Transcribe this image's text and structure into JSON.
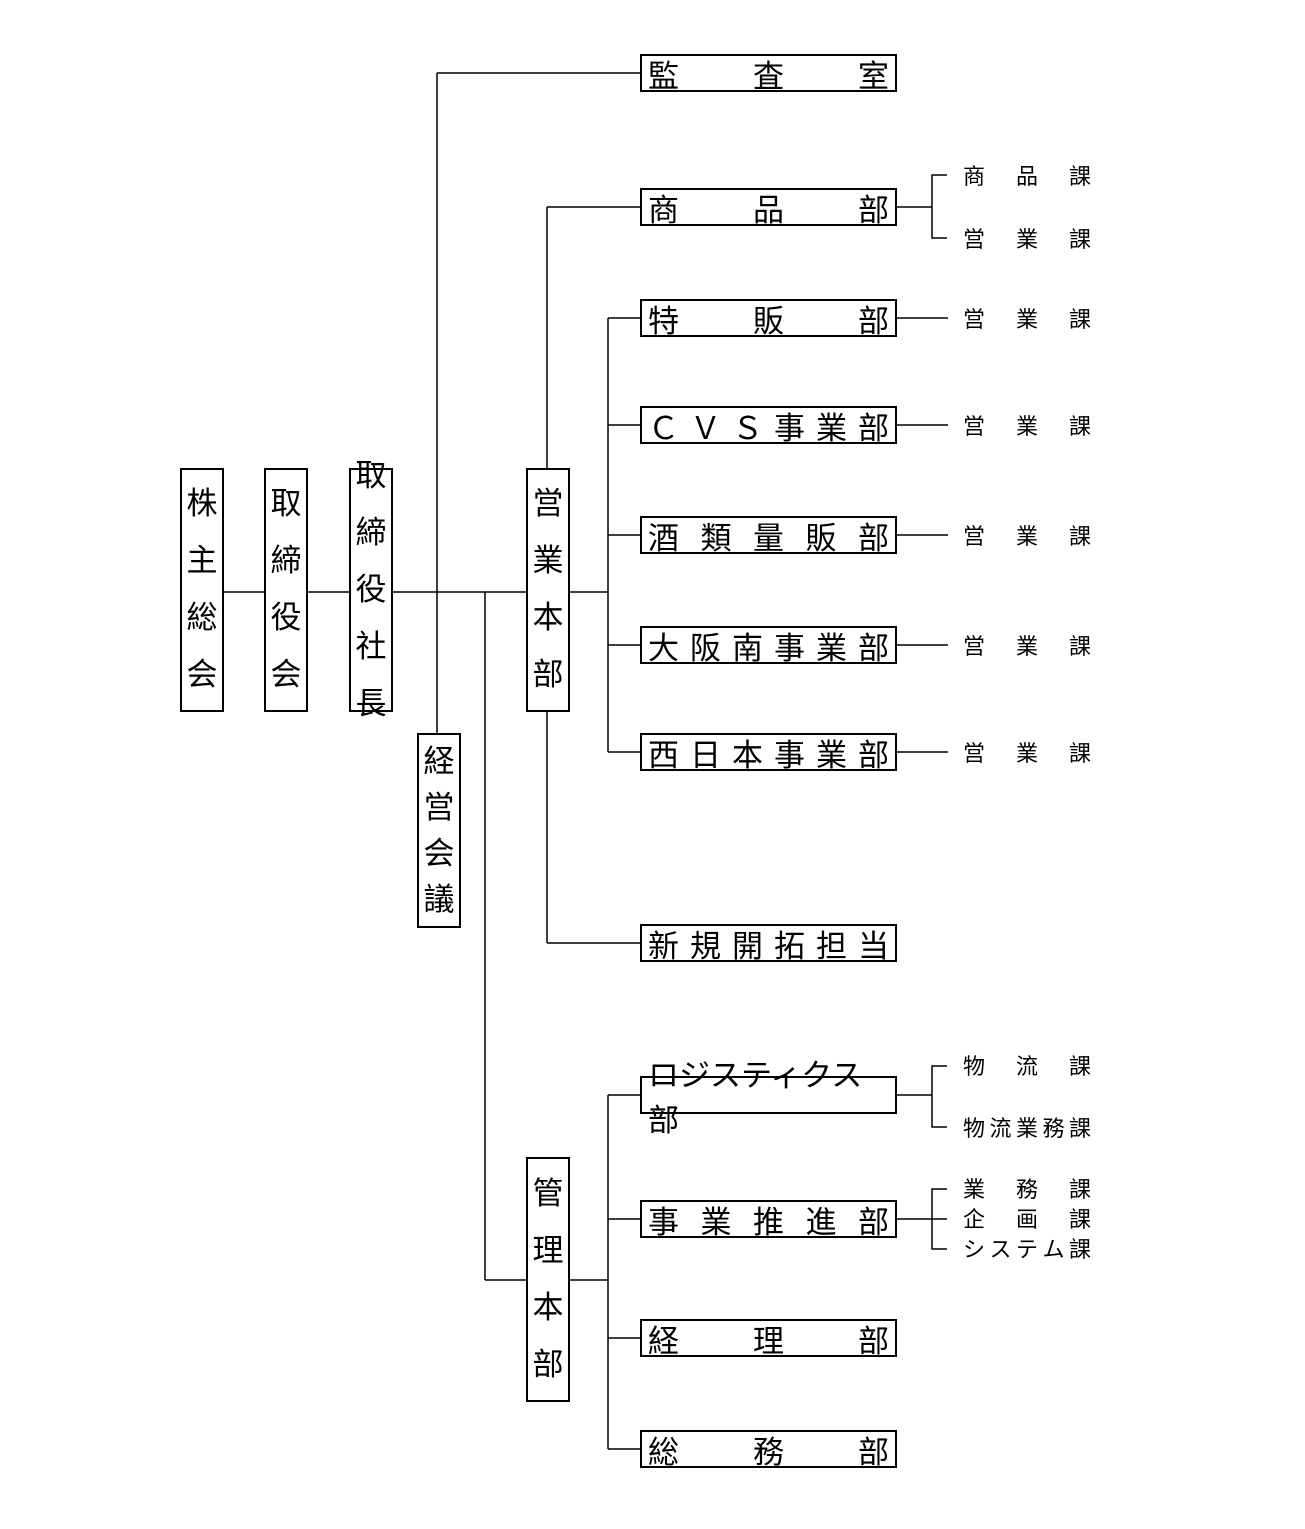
{
  "top_chain": {
    "shareholders": "株主総会",
    "board": "取締役会",
    "president": "取締役社長",
    "management_meeting": "経営会議"
  },
  "headquarters": {
    "sales": "営業本部",
    "admin": "管理本部"
  },
  "departments": {
    "audit": "監査室",
    "merchandise": "商品部",
    "special_sales": "特販部",
    "cvs": "ＣＶＳ事業部",
    "liquor": "酒類量販部",
    "osaka_south": "大阪南事業部",
    "west_japan": "西日本事業部",
    "new_business": "新規開拓担当",
    "logistics": "ロジスティクス部",
    "business_promotion": "事業推進部",
    "accounting": "経理部",
    "general_affairs": "総務部"
  },
  "sections": {
    "merchandise": [
      "商品課",
      "営業課"
    ],
    "special_sales": [
      "営業課"
    ],
    "cvs": [
      "営業課"
    ],
    "liquor": [
      "営業課"
    ],
    "osaka_south": [
      "営業課"
    ],
    "west_japan": [
      "営業課"
    ],
    "logistics": [
      "物流課",
      "物流業務課"
    ],
    "business_promotion": [
      "業務課",
      "企画課",
      "システム課"
    ]
  }
}
